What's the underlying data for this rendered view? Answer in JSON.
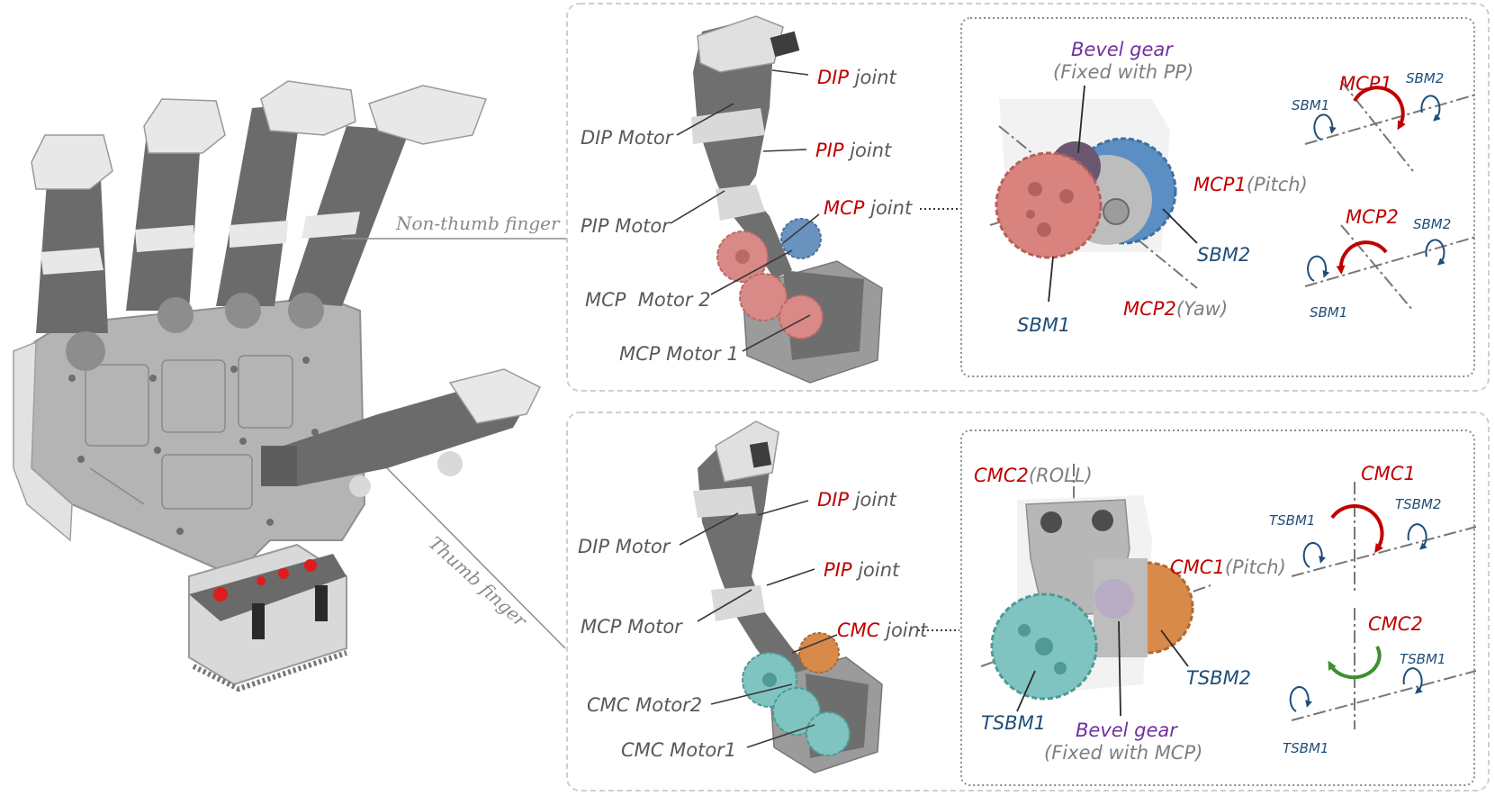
{
  "colors": {
    "joint_red": "#c00000",
    "bevel_purple": "#7030a0",
    "sbm_navy": "#1f4e79",
    "label_gray": "#595959",
    "gear_pink": "#d9837f",
    "gear_blue": "#5b8fc4",
    "gear_teal": "#7fc4c0",
    "gear_orange": "#d88a4a",
    "arrow_green": "#3f8f2f",
    "panel_border": "#c9c9c9"
  },
  "hand": {
    "non_thumb_label": "Non-thumb finger",
    "thumb_label": "Thumb finger"
  },
  "top_panel": {
    "finger_labels": {
      "dip_joint": {
        "key": "DIP",
        "rest": " joint"
      },
      "dip_motor": "DIP Motor",
      "pip_joint": {
        "key": "PIP",
        "rest": " joint"
      },
      "pip_motor": "PIP Motor",
      "mcp_joint": {
        "key": "MCP",
        "rest": " joint"
      },
      "mcp_motor_2": "MCP  Motor 2",
      "mcp_motor_1": "MCP Motor 1"
    },
    "detail": {
      "bevel_title": "Bevel gear",
      "bevel_sub": "(Fixed with PP)",
      "mcp1": {
        "key": "MCP1",
        "rest": "(Pitch)"
      },
      "mcp2": {
        "key": "MCP2",
        "rest": "(Yaw)"
      },
      "sbm1": "SBM1",
      "sbm2": "SBM2"
    },
    "axes": {
      "mcp1_label": "MCP1",
      "mcp2_label": "MCP2",
      "sbm1": "SBM1",
      "sbm2": "SBM2"
    }
  },
  "bottom_panel": {
    "finger_labels": {
      "dip_joint": {
        "key": "DIP",
        "rest": " joint"
      },
      "dip_motor": "DIP Motor",
      "pip_joint": {
        "key": "PIP",
        "rest": " joint"
      },
      "mcp_motor": "MCP Motor",
      "cmc_joint": {
        "key": "CMC",
        "rest": " joint"
      },
      "cmc_motor2": "CMC Motor2",
      "cmc_motor1": "CMC Motor1"
    },
    "detail": {
      "cmc2": {
        "key": "CMC2",
        "rest": "(ROLL)"
      },
      "cmc1": {
        "key": "CMC1",
        "rest": "(Pitch)"
      },
      "bevel_title": "Bevel gear",
      "bevel_sub": "(Fixed with MCP)",
      "tsbm1": "TSBM1",
      "tsbm2": "TSBM2"
    },
    "axes": {
      "cmc1_label": "CMC1",
      "cmc2_label": "CMC2",
      "tsbm1_a": "TSBM1",
      "tsbm2": "TSBM2",
      "tsbm1_b": "TSBM1",
      "tsbm1_c": "TSBM1"
    }
  }
}
